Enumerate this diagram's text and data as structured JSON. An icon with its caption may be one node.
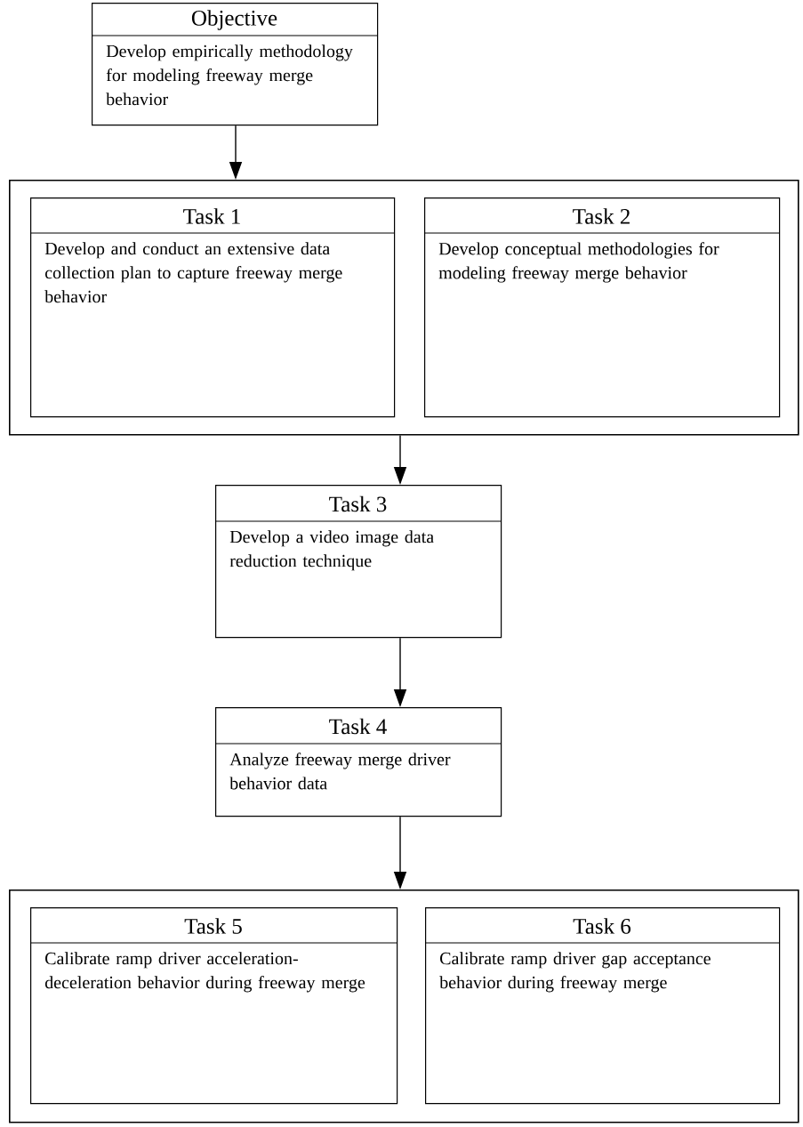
{
  "diagram": {
    "nodes": [
      {
        "text": [
          "Objective",
          "Develop empirically methodology for modeling freeway merge behavior"
        ]
      },
      {
        "text": [],
        "shape": "box"
      },
      {
        "text": [
          "Task 1",
          "Develop and conduct an extensive data collection plan to capture freeway merge behavior"
        ],
        "in": 1
      },
      {
        "text": [
          "Task 2",
          "Develop conceptual methodologies for modeling freeway merge behavior"
        ],
        "in": 1
      },
      {
        "text": [
          "Task 3",
          "Develop a video image data reduction technique"
        ]
      },
      {
        "text": [
          "Task 4",
          "Analyze freeway merge driver behavior data"
        ]
      },
      {
        "text": [],
        "shape": "box"
      },
      {
        "text": [
          "Task 5",
          "Calibrate ramp driver acceleration-deceleration behavior during freeway merge"
        ],
        "in": 6
      },
      {
        "text": [
          "Task 6",
          "Calibrate ramp driver gap acceptance behavior during freeway merge"
        ],
        "in": 6
      }
    ],
    "edges": [
      {
        "from": 0,
        "to": 1,
        "arrow": "to"
      },
      {
        "from": 1,
        "to": 4,
        "arrow": "to"
      },
      {
        "from": 4,
        "to": 5,
        "arrow": "to"
      },
      {
        "from": 5,
        "to": 6,
        "arrow": "to"
      }
    ]
  }
}
